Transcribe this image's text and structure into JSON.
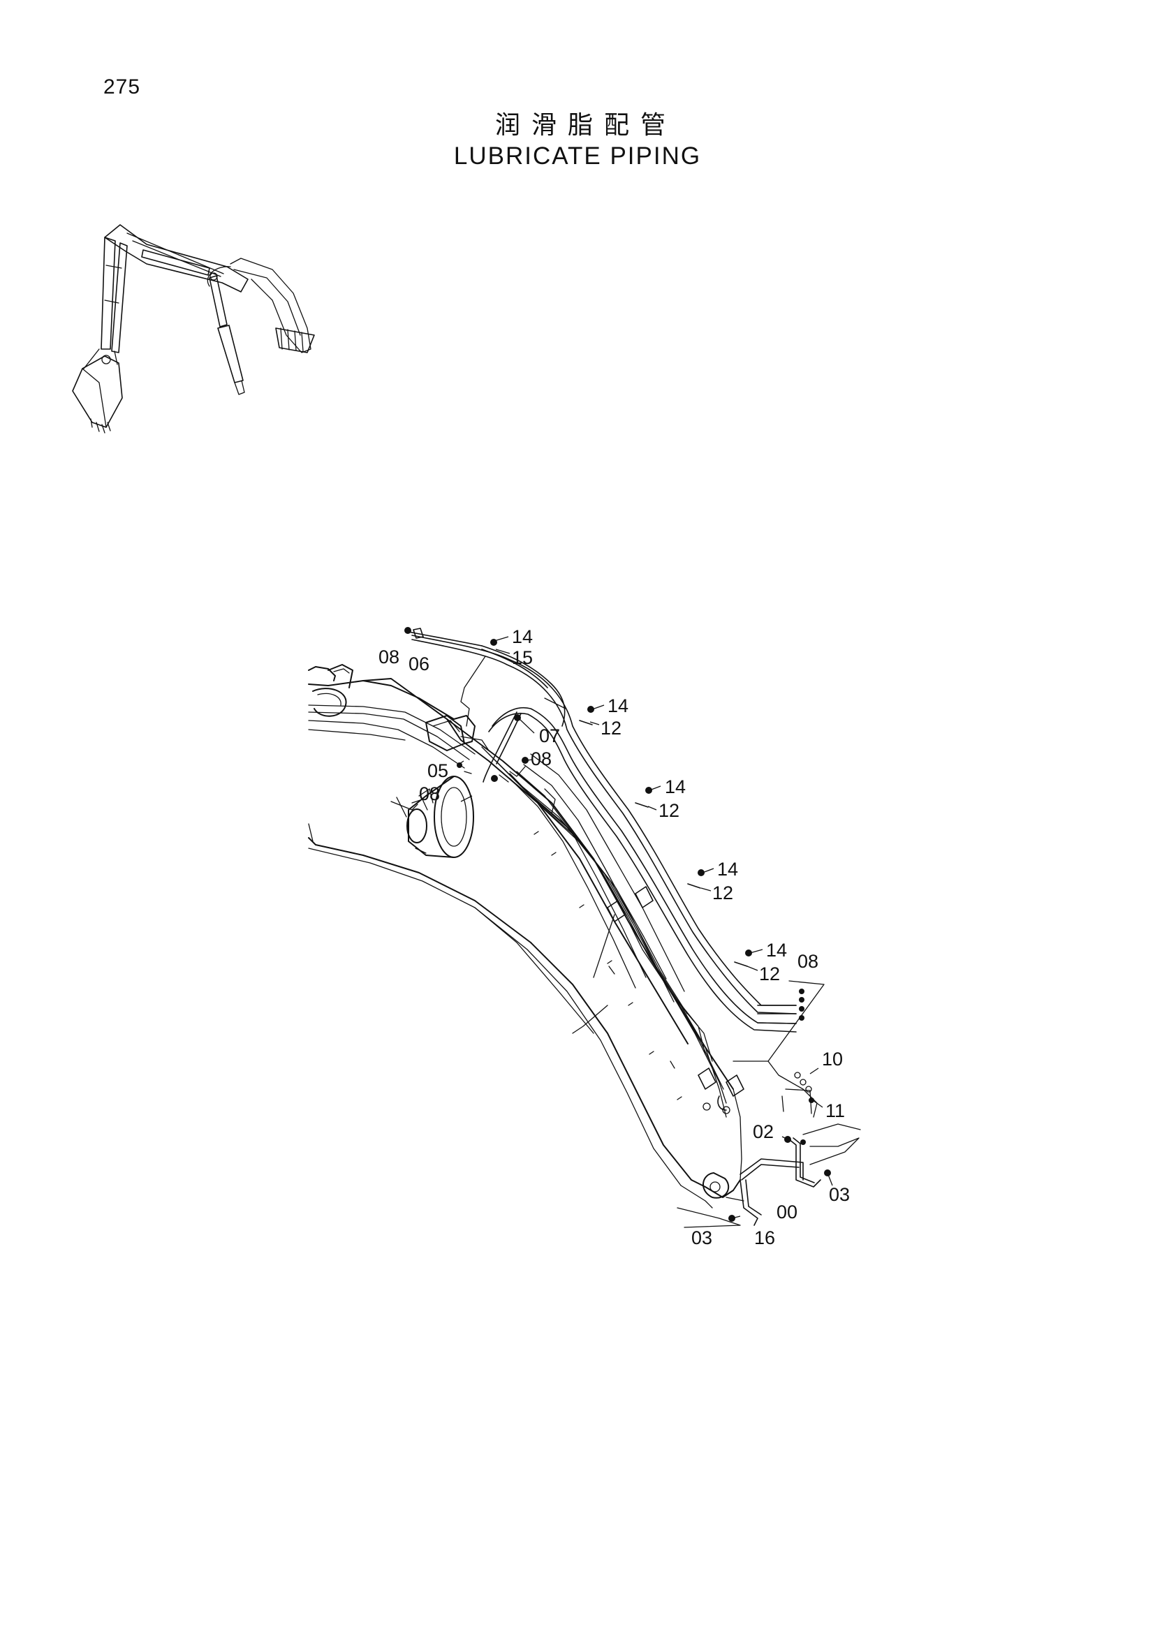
{
  "page": {
    "number": "275",
    "title_cn": "润滑脂配管",
    "title_en": "LUBRICATE PIPING"
  },
  "callouts": [
    {
      "id": "c14a",
      "label": "14"
    },
    {
      "id": "c08a",
      "label": "08"
    },
    {
      "id": "c06",
      "label": "06"
    },
    {
      "id": "c15",
      "label": "15"
    },
    {
      "id": "c14b",
      "label": "14"
    },
    {
      "id": "c07",
      "label": "07"
    },
    {
      "id": "c12a",
      "label": "12"
    },
    {
      "id": "c08b",
      "label": "08"
    },
    {
      "id": "c05",
      "label": "05"
    },
    {
      "id": "c08c",
      "label": "08"
    },
    {
      "id": "c14c",
      "label": "14"
    },
    {
      "id": "c12b",
      "label": "12"
    },
    {
      "id": "c14d",
      "label": "14"
    },
    {
      "id": "c12c",
      "label": "12"
    },
    {
      "id": "c14e",
      "label": "14"
    },
    {
      "id": "c12d",
      "label": "12"
    },
    {
      "id": "c08d",
      "label": "08"
    },
    {
      "id": "c10",
      "label": "10"
    },
    {
      "id": "c11",
      "label": "11"
    },
    {
      "id": "c02",
      "label": "02"
    },
    {
      "id": "c03a",
      "label": "03"
    },
    {
      "id": "c00",
      "label": "00"
    },
    {
      "id": "c03b",
      "label": "03"
    },
    {
      "id": "c16",
      "label": "16"
    }
  ]
}
